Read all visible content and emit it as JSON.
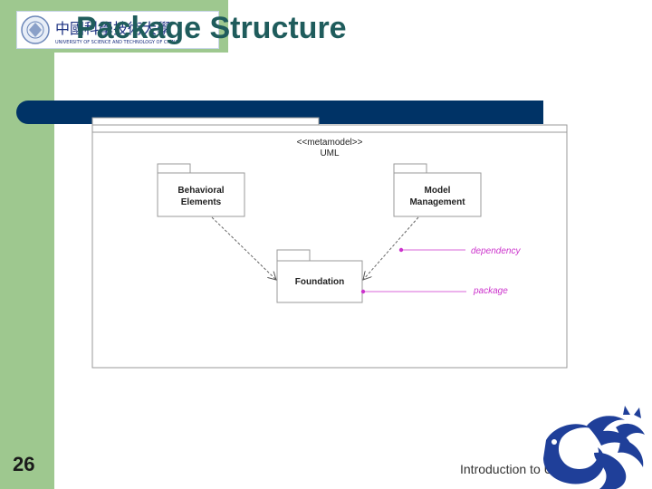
{
  "slide": {
    "title": "Package Structure",
    "page_number": "26",
    "footer": "Introduction to U",
    "logo_text": "中國科學技術大學",
    "logo_subtext": "UNIVERSITY OF SCIENCE AND TECHNOLOGY OF CHINA"
  },
  "diagram": {
    "stereotype": "<<metamodel>>",
    "package_name": "UML",
    "packages": {
      "behavioral_line1": "Behavioral",
      "behavioral_line2": "Elements",
      "model_line1": "Model",
      "model_line2": "Management",
      "foundation": "Foundation"
    },
    "callouts": {
      "dependency": "dependency",
      "package": "package"
    }
  },
  "colors": {
    "sidebar": "#9ec88f",
    "title": "#1f5c5c",
    "bar": "#003366",
    "callout": "#cc33cc"
  },
  "icons": [
    "university-logo",
    "dragon-logo"
  ]
}
